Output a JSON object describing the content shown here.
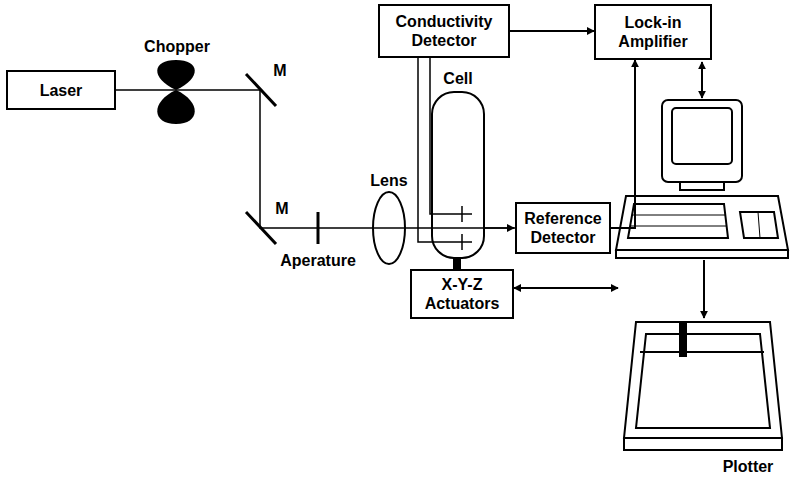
{
  "diagram": {
    "nodes": [
      {
        "text": [
          "Laser"
        ]
      },
      {
        "text": [
          "Conductivity Detector"
        ]
      },
      {
        "text": [
          "Lock-in Amplifier"
        ]
      },
      {
        "text": [
          "Reference Detector"
        ]
      },
      {
        "text": [
          "X-Y-Z Actuators"
        ]
      }
    ],
    "edges": [
      {
        "from": 1,
        "to": 2,
        "arrow": "to"
      },
      {
        "from": 3,
        "to": 2,
        "arrow": "to"
      }
    ],
    "labels": [
      "Chopper",
      "M",
      "M",
      "Aperature",
      "Lens",
      "Cell",
      "Plotter"
    ]
  }
}
